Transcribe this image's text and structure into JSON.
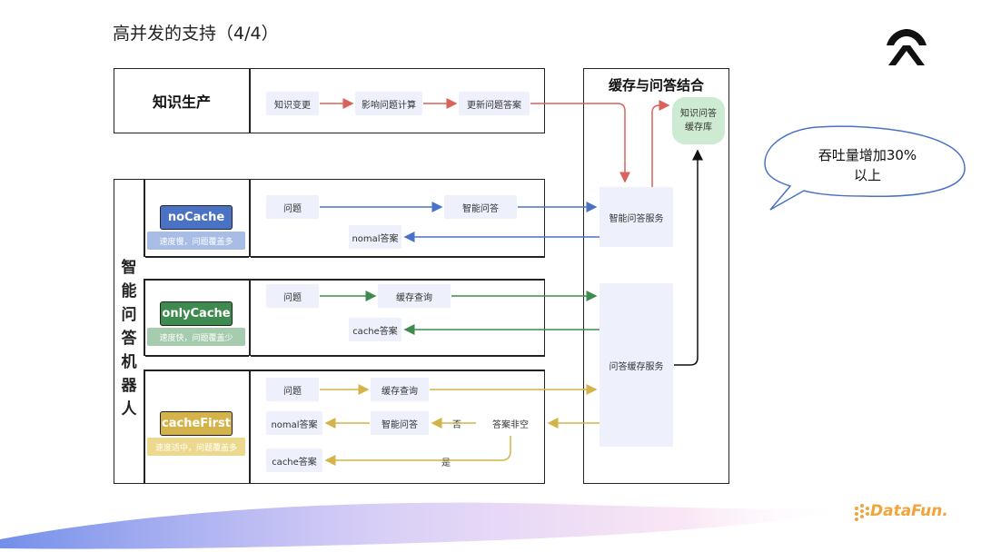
{
  "slide": {
    "title": "高并发的支持（4/4）"
  },
  "knowledge": {
    "section_label": "知识生产",
    "nodes": [
      "知识变更",
      "影响问题计算",
      "更新问题答案"
    ]
  },
  "robot": {
    "section_label": "智能问答机器人"
  },
  "modes": [
    {
      "name": "noCache",
      "desc": "速度慢，问题覆盖多",
      "color": "#4a72c4",
      "sub_color": "#a8bde6"
    },
    {
      "name": "onlyCache",
      "desc": "速度快，问题覆盖少",
      "color": "#3f8a4e",
      "sub_color": "#a5ccad"
    },
    {
      "name": "cacheFirst",
      "desc": "速度适中，问题覆盖多",
      "color": "#d4b44a",
      "sub_color": "#ecd98e"
    }
  ],
  "flows": {
    "nocache": {
      "question": "问题",
      "qa": "智能问答",
      "answer": "nomal答案"
    },
    "onlycache": {
      "question": "问题",
      "query": "缓存查询",
      "answer": "cache答案"
    },
    "cachefirst": {
      "question": "问题",
      "query": "缓存查询",
      "normal_answer": "nomal答案",
      "qa": "智能问答",
      "no_label": "否",
      "check": "答案非空",
      "cache_answer": "cache答案",
      "yes_label": "是"
    }
  },
  "combined": {
    "title": "缓存与问答结合",
    "cache_db": "知识问答\n缓存库",
    "qa_service": "智能问答服务",
    "cache_service": "问答缓存服务"
  },
  "callout": {
    "text": "吞吐量增加30%\n以上"
  },
  "brand": {
    "logo_text": "DataFun."
  },
  "colors": {
    "red": "#d9625a",
    "blue": "#4a72c4",
    "green": "#3f8a4e",
    "gold": "#d4b44a"
  }
}
